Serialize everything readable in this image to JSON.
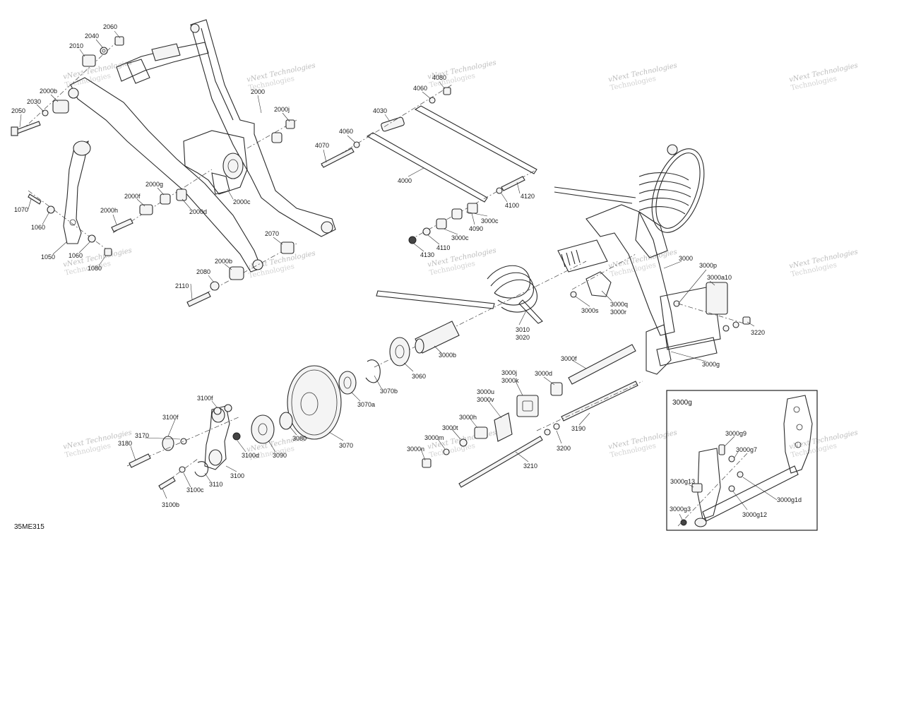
{
  "figure_id": "35ME315",
  "watermark": {
    "line1": "vNext Technologies",
    "line2": "Technologies"
  },
  "inset": {
    "title": "3000g"
  },
  "callouts": [
    {
      "id": "2060",
      "text": "2060"
    },
    {
      "id": "2040",
      "text": "2040"
    },
    {
      "id": "2010",
      "text": "2010"
    },
    {
      "id": "2000b_a",
      "text": "2000b"
    },
    {
      "id": "2030",
      "text": "2030"
    },
    {
      "id": "2050",
      "text": "2050"
    },
    {
      "id": "2000",
      "text": "2000"
    },
    {
      "id": "2000j",
      "text": "2000j"
    },
    {
      "id": "2000g",
      "text": "2000g"
    },
    {
      "id": "2000f",
      "text": "2000f"
    },
    {
      "id": "2000d",
      "text": "2000d"
    },
    {
      "id": "2000c",
      "text": "2000c"
    },
    {
      "id": "2000h",
      "text": "2000h"
    },
    {
      "id": "1070",
      "text": "1070"
    },
    {
      "id": "1060_a",
      "text": "1060"
    },
    {
      "id": "1050",
      "text": "1050"
    },
    {
      "id": "1060_b",
      "text": "1060"
    },
    {
      "id": "1080",
      "text": "1080"
    },
    {
      "id": "2070",
      "text": "2070"
    },
    {
      "id": "2000b_b",
      "text": "2000b"
    },
    {
      "id": "2080",
      "text": "2080"
    },
    {
      "id": "2110",
      "text": "2110"
    },
    {
      "id": "4080",
      "text": "4080"
    },
    {
      "id": "4060_a",
      "text": "4060"
    },
    {
      "id": "4030",
      "text": "4030"
    },
    {
      "id": "4060_b",
      "text": "4060"
    },
    {
      "id": "4070",
      "text": "4070"
    },
    {
      "id": "4000",
      "text": "4000"
    },
    {
      "id": "4120",
      "text": "4120"
    },
    {
      "id": "4100",
      "text": "4100"
    },
    {
      "id": "4090",
      "text": "4090"
    },
    {
      "id": "3000c_a",
      "text": "3000c"
    },
    {
      "id": "3000c_b",
      "text": "3000c"
    },
    {
      "id": "4110",
      "text": "4110"
    },
    {
      "id": "4130",
      "text": "4130"
    },
    {
      "id": "3000",
      "text": "3000"
    },
    {
      "id": "3000p",
      "text": "3000p"
    },
    {
      "id": "3000a10",
      "text": "3000a10"
    },
    {
      "id": "3000s",
      "text": "3000s"
    },
    {
      "id": "3000q",
      "text": "3000q"
    },
    {
      "id": "3000r",
      "text": "3000r"
    },
    {
      "id": "3220",
      "text": "3220"
    },
    {
      "id": "3010",
      "text": "3010"
    },
    {
      "id": "3020",
      "text": "3020"
    },
    {
      "id": "3000b",
      "text": "3000b"
    },
    {
      "id": "3060",
      "text": "3060"
    },
    {
      "id": "3070b",
      "text": "3070b"
    },
    {
      "id": "3070a",
      "text": "3070a"
    },
    {
      "id": "3070",
      "text": "3070"
    },
    {
      "id": "3080",
      "text": "3080"
    },
    {
      "id": "3090",
      "text": "3090"
    },
    {
      "id": "3000f",
      "text": "3000f"
    },
    {
      "id": "3000g",
      "text": "3000g"
    },
    {
      "id": "3000j",
      "text": "3000j"
    },
    {
      "id": "3000k",
      "text": "3000k"
    },
    {
      "id": "3000d",
      "text": "3000d"
    },
    {
      "id": "3000u",
      "text": "3000u"
    },
    {
      "id": "3000v",
      "text": "3000v"
    },
    {
      "id": "3000h",
      "text": "3000h"
    },
    {
      "id": "3000t",
      "text": "3000t"
    },
    {
      "id": "3000m",
      "text": "3000m"
    },
    {
      "id": "3000n",
      "text": "3000n"
    },
    {
      "id": "3190",
      "text": "3190"
    },
    {
      "id": "3200",
      "text": "3200"
    },
    {
      "id": "3210",
      "text": "3210"
    },
    {
      "id": "3100f_a",
      "text": "3100f"
    },
    {
      "id": "3100f_b",
      "text": "3100f"
    },
    {
      "id": "3170",
      "text": "3170"
    },
    {
      "id": "3180",
      "text": "3180"
    },
    {
      "id": "3100d",
      "text": "3100d"
    },
    {
      "id": "3100",
      "text": "3100"
    },
    {
      "id": "3110",
      "text": "3110"
    },
    {
      "id": "3100c",
      "text": "3100c"
    },
    {
      "id": "3100b",
      "text": "3100b"
    },
    {
      "id": "3000g9",
      "text": "3000g9"
    },
    {
      "id": "3000g7",
      "text": "3000g7"
    },
    {
      "id": "3000g13",
      "text": "3000g13"
    },
    {
      "id": "3000g1d",
      "text": "3000g1d"
    },
    {
      "id": "3000g12",
      "text": "3000g12"
    },
    {
      "id": "3000g3",
      "text": "3000g3"
    }
  ]
}
